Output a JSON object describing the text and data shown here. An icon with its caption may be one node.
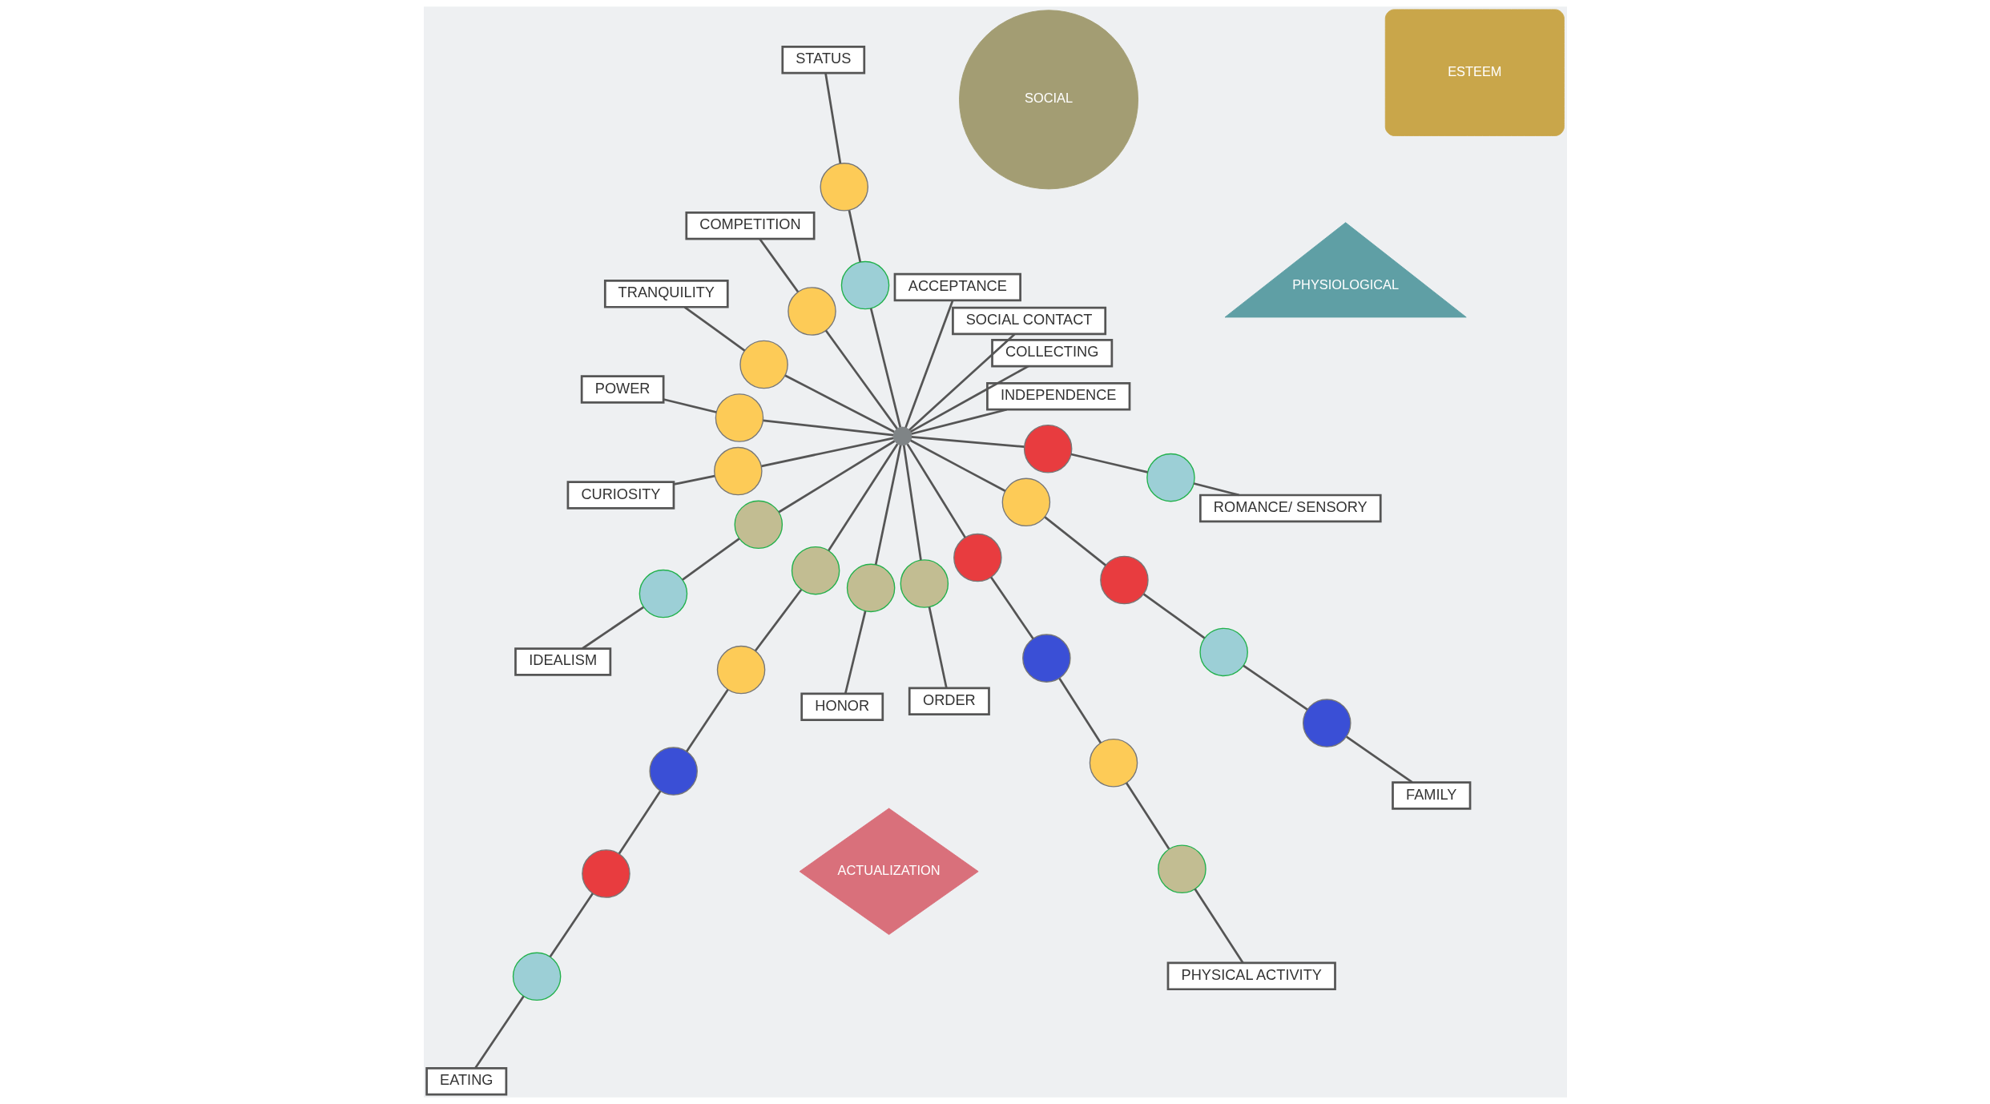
{
  "diagram": {
    "nodes": [
      {
        "text": [
          "ACTUALIZATION"
        ]
      },
      {
        "text": [
          "ESTEEM"
        ]
      },
      {
        "text": [
          "PHYSIOLOGICAL"
        ]
      },
      {
        "text": [
          "SOCIAL"
        ]
      },
      {
        "text": [],
        "shape": "circle"
      },
      {
        "text": [
          "INDEPENDENCE"
        ]
      },
      {
        "text": [
          "IDEALISM"
        ]
      },
      {
        "text": [
          "STATUS"
        ]
      },
      {
        "text": [
          "TRANQUILITY"
        ]
      },
      {
        "text": [
          "COMPETITION"
        ]
      },
      {
        "text": [
          "CURIOSITY"
        ]
      },
      {
        "text": [
          "POWER"
        ]
      },
      {
        "text": [
          "EATING"
        ]
      },
      {
        "text": [
          "HONOR"
        ]
      },
      {
        "text": [
          "COLLECTING"
        ]
      },
      {
        "text": [
          "ORDER"
        ]
      },
      {
        "text": [
          "PHYSICAL ACTIVITY"
        ]
      },
      {
        "text": [
          "ROMANCE/ SENSORY"
        ]
      },
      {
        "text": [
          "SOCIAL CONTACT"
        ]
      },
      {
        "text": [
          "ACCEPTANCE"
        ]
      },
      {
        "text": [
          "FAMILY"
        ]
      },
      {
        "text": [],
        "shape": "circle"
      },
      {
        "text": [],
        "shape": "circle"
      },
      {
        "text": [],
        "shape": "circle"
      },
      {
        "text": [],
        "shape": "circle"
      },
      {
        "text": [],
        "shape": "circle"
      },
      {
        "text": [],
        "shape": "circle"
      },
      {
        "text": [],
        "shape": "circle"
      },
      {
        "text": [],
        "shape": "circle"
      },
      {
        "text": [],
        "shape": "circle"
      },
      {
        "text": [],
        "shape": "circle"
      },
      {
        "text": [],
        "shape": "circle"
      },
      {
        "text": [],
        "shape": "circle"
      },
      {
        "text": [],
        "shape": "circle"
      },
      {
        "text": [],
        "shape": "circle"
      },
      {
        "text": [],
        "shape": "circle"
      },
      {
        "text": [],
        "shape": "circle"
      },
      {
        "text": [],
        "shape": "circle"
      },
      {
        "text": [],
        "shape": "circle"
      },
      {
        "text": [],
        "shape": "circle"
      },
      {
        "text": [],
        "shape": "circle"
      },
      {
        "text": [],
        "shape": "circle"
      },
      {
        "text": [],
        "shape": "circle"
      },
      {
        "text": [],
        "shape": "circle"
      },
      {
        "text": [],
        "shape": "circle"
      },
      {
        "text": [],
        "shape": "circle"
      }
    ],
    "edges": [
      {
        "from": 4,
        "to": 5,
        "arrow": "none"
      },
      {
        "from": 4,
        "to": 28,
        "arrow": "none"
      },
      {
        "from": 28,
        "to": 22,
        "arrow": "none"
      },
      {
        "from": 22,
        "to": 6,
        "arrow": "none"
      },
      {
        "from": 4,
        "to": 23,
        "arrow": "none"
      },
      {
        "from": 23,
        "to": 21,
        "arrow": "none"
      },
      {
        "from": 21,
        "to": 7,
        "arrow": "none"
      },
      {
        "from": 4,
        "to": 24,
        "arrow": "none"
      },
      {
        "from": 24,
        "to": 9,
        "arrow": "none"
      },
      {
        "from": 4,
        "to": 26,
        "arrow": "none"
      },
      {
        "from": 26,
        "to": 11,
        "arrow": "none"
      },
      {
        "from": 4,
        "to": 34,
        "arrow": "none"
      },
      {
        "from": 34,
        "to": 13,
        "arrow": "none"
      },
      {
        "from": 4,
        "to": 35,
        "arrow": "none"
      },
      {
        "from": 35,
        "to": 15,
        "arrow": "none"
      },
      {
        "from": 4,
        "to": 18,
        "arrow": "none"
      },
      {
        "from": 4,
        "to": 19,
        "arrow": "none"
      },
      {
        "from": 4,
        "to": 37,
        "arrow": "none"
      },
      {
        "from": 37,
        "to": 41,
        "arrow": "none"
      },
      {
        "from": 41,
        "to": 44,
        "arrow": "none"
      },
      {
        "from": 44,
        "to": 45,
        "arrow": "none"
      },
      {
        "from": 45,
        "to": 20,
        "arrow": "none"
      },
      {
        "from": 4,
        "to": 39,
        "arrow": "none"
      },
      {
        "from": 39,
        "to": 43,
        "arrow": "none"
      },
      {
        "from": 43,
        "to": 17,
        "arrow": "none"
      },
      {
        "from": 4,
        "to": 36,
        "arrow": "none"
      },
      {
        "from": 36,
        "to": 38,
        "arrow": "none"
      },
      {
        "from": 38,
        "to": 40,
        "arrow": "none"
      },
      {
        "from": 40,
        "to": 42,
        "arrow": "none"
      },
      {
        "from": 42,
        "to": 16,
        "arrow": "none"
      },
      {
        "from": 4,
        "to": 14,
        "arrow": "none"
      },
      {
        "from": 4,
        "to": 33,
        "arrow": "none"
      },
      {
        "from": 33,
        "to": 32,
        "arrow": "none"
      },
      {
        "from": 32,
        "to": 31,
        "arrow": "none"
      },
      {
        "from": 31,
        "to": 30,
        "arrow": "none"
      },
      {
        "from": 30,
        "to": 29,
        "arrow": "none"
      },
      {
        "from": 29,
        "to": 12,
        "arrow": "none"
      },
      {
        "from": 4,
        "to": 27,
        "arrow": "none"
      },
      {
        "from": 27,
        "to": 10,
        "arrow": "none"
      },
      {
        "from": 4,
        "to": 25,
        "arrow": "none"
      },
      {
        "from": 25,
        "to": 8,
        "arrow": "none"
      }
    ]
  }
}
